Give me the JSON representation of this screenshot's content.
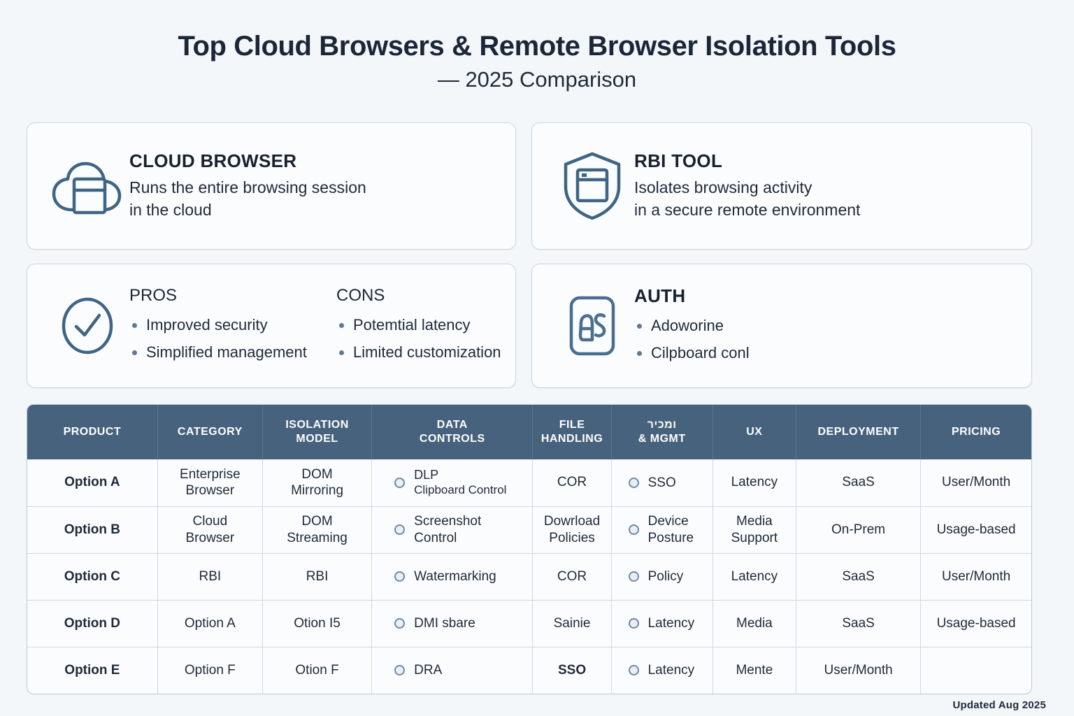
{
  "header": {
    "title": "Top Cloud Browsers & Remote Browser Isolation Tools",
    "subtitle": "— 2025 Comparison"
  },
  "cards": {
    "cloud_browser": {
      "icon": "cloud-browser-icon",
      "heading": "CLOUD BROWSER",
      "line1": "Runs the entire browsing session",
      "line2": "in the cloud"
    },
    "rbi_tool": {
      "icon": "shield-browser-icon",
      "heading": "RBI TOOL",
      "line1": "Isolates browsing activity",
      "line2": "in a secure remote environment"
    },
    "pros_cons": {
      "icon": "check-circle-icon",
      "pros_title": "PROS",
      "pros": [
        "Improved security",
        "Simplified management"
      ],
      "cons_title": "CONS",
      "cons": [
        "Potemtial latency",
        "Limited customization"
      ]
    },
    "auth": {
      "icon": "auth-badge-icon",
      "heading": "AUTH",
      "items": [
        "Adoworine",
        "Cilpboard conl"
      ]
    }
  },
  "table": {
    "columns": [
      {
        "line1": "PRODUCT",
        "line2": ""
      },
      {
        "line1": "CATEGORY",
        "line2": ""
      },
      {
        "line1": "ISOLATION",
        "line2": "MODEL"
      },
      {
        "line1": "DATA",
        "line2": "CONTROLS"
      },
      {
        "line1": "FILE",
        "line2": "HANDLING"
      },
      {
        "line1": "ומכיר",
        "line2": "& MGMT"
      },
      {
        "line1": "UX",
        "line2": ""
      },
      {
        "line1": "DEPLOYMENT",
        "line2": ""
      },
      {
        "line1": "PRICING",
        "line2": ""
      }
    ],
    "rows": [
      {
        "product": "Option A",
        "category_l1": "Enterprise",
        "category_l2": "Browser",
        "isolation_l1": "DOM",
        "isolation_l2": "Mirroring",
        "data_l1": "DLP",
        "data_l2": "Clipboard Control",
        "file_l1": "COR",
        "file_l2": "",
        "mgmt_l1": "SSO",
        "mgmt_l2": "",
        "ux_l1": "Latency",
        "ux_l2": "",
        "deployment": "SaaS",
        "pricing": "User/Month"
      },
      {
        "product": "Option B",
        "category_l1": "Cloud",
        "category_l2": "Browser",
        "isolation_l1": "DOM",
        "isolation_l2": "Streaming",
        "data_l1": "Screenshot",
        "data_l2": "Control",
        "file_l1": "Dowrload",
        "file_l2": "Policies",
        "mgmt_l1": "Device",
        "mgmt_l2": "Posture",
        "ux_l1": "Media",
        "ux_l2": "Support",
        "deployment": "On-Prem",
        "pricing": "Usage-based"
      },
      {
        "product": "Option C",
        "category_l1": "RBI",
        "category_l2": "",
        "isolation_l1": "RBI",
        "isolation_l2": "",
        "data_l1": "Watermarking",
        "data_l2": "",
        "file_l1": "COR",
        "file_l2": "",
        "mgmt_l1": "Policy",
        "mgmt_l2": "",
        "ux_l1": "Latency",
        "ux_l2": "",
        "deployment": "SaaS",
        "pricing": "User/Month"
      },
      {
        "product": "Option D",
        "category_l1": "Option A",
        "category_l2": "",
        "isolation_l1": "Otion I5",
        "isolation_l2": "",
        "data_l1": "DMI sbare",
        "data_l2": "",
        "file_l1": "Sainie",
        "file_l2": "",
        "mgmt_l1": "Latency",
        "mgmt_l2": "",
        "ux_l1": "Media",
        "ux_l2": "",
        "deployment": "SaaS",
        "pricing": "Usage-based"
      },
      {
        "product": "Option E",
        "category_l1": "Option F",
        "category_l2": "",
        "isolation_l1": "Otion F",
        "isolation_l2": "",
        "data_l1": "DRA",
        "data_l2": "",
        "file_l1": "SSO",
        "file_l2": "",
        "mgmt_l1": "Latency",
        "mgmt_l2": "",
        "ux_l1": "Mente",
        "ux_l2": "",
        "deployment": "User/Month",
        "pricing": ""
      }
    ]
  },
  "footer": {
    "updated": "Updated Aug 2025"
  },
  "colors": {
    "background": "#f4f7fa",
    "header_bar": "#47627c",
    "accent_icon": "#3f6585",
    "text_dark": "#1e2a3a",
    "card_border": "#c9d6e2"
  }
}
